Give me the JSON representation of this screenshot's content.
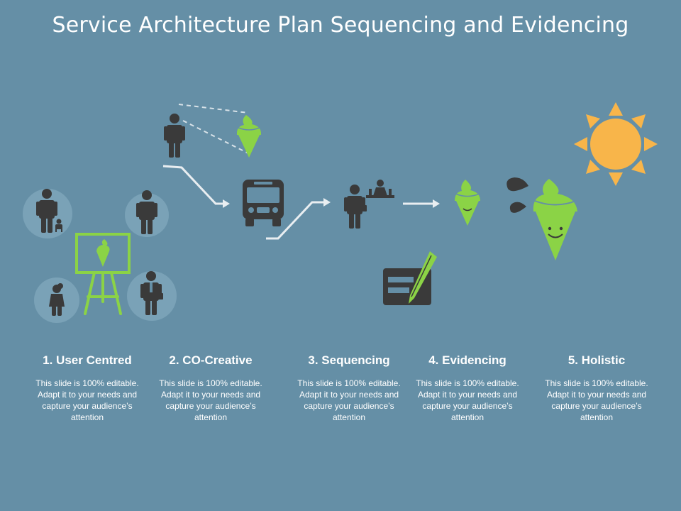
{
  "title": "Service Architecture Plan Sequencing and Evidencing",
  "steps": [
    {
      "title": "1. User Centred",
      "description": "This slide is 100% editable. Adapt it to your needs and capture your audience’s attention"
    },
    {
      "title": "2. CO-Creative",
      "description": "This slide is 100% editable. Adapt it to your needs and capture your audience’s attention"
    },
    {
      "title": "3. Sequencing",
      "description": "This slide is 100% editable. Adapt it to your needs and capture your audience’s attention"
    },
    {
      "title": "4. Evidencing",
      "description": "This slide is 100% editable. Adapt it to your needs and capture your audience’s attention"
    },
    {
      "title": "5. Holistic",
      "description": "This slide is 100% editable. Adapt it to your needs and capture your audience’s attention"
    }
  ],
  "colors": {
    "background": "#658fa6",
    "circle": "#7aa2b7",
    "accent_green": "#8bd346",
    "icon_dark": "#3a3a3a",
    "sun": "#f8b54a",
    "arrow": "#e9eef1"
  }
}
